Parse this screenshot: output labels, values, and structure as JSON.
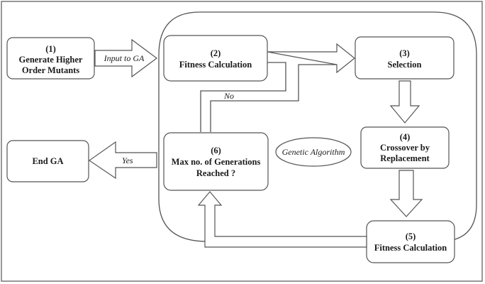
{
  "diagram": {
    "container_label": "Genetic Algorithm",
    "nodes": {
      "n1": {
        "lines": [
          "(1)",
          "Generate Higher",
          "Order Mutants"
        ]
      },
      "n2": {
        "lines": [
          "(2)",
          "Fitness Calculation"
        ]
      },
      "n3": {
        "lines": [
          "(3)",
          "Selection"
        ]
      },
      "n4": {
        "lines": [
          "(4)",
          "Crossover by",
          "Replacement"
        ]
      },
      "n5": {
        "lines": [
          "(5)",
          "Fitness Calculation"
        ]
      },
      "n6": {
        "lines": [
          "(6)",
          "Max no. of Generations",
          "Reached ?"
        ]
      },
      "end": {
        "lines": [
          "End GA"
        ]
      }
    },
    "edges": {
      "input": "Input to GA",
      "no": "No",
      "yes": "Yes"
    },
    "colors": {
      "stroke": "#555555",
      "text": "#1a1a1a",
      "background": "#ffffff"
    }
  }
}
